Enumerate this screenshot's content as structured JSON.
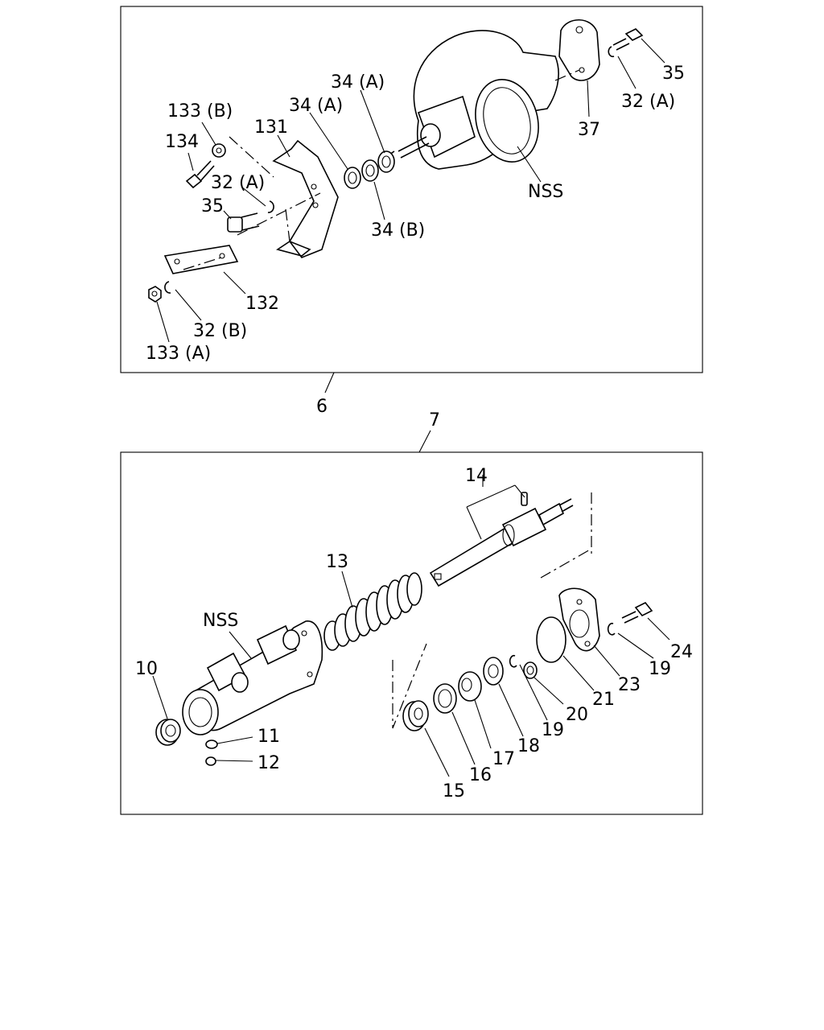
{
  "panel_top": {
    "callout": "6",
    "labels": {
      "p133b": "133 (B)",
      "p134": "134",
      "p131": "131",
      "p34a_1": "34 (A)",
      "p34a_2": "34 (A)",
      "p32a_1": "32 (A)",
      "p35_1": "35",
      "p132": "132",
      "p32b": "32 (B)",
      "p133a": "133 (A)",
      "p34b": "34 (B)",
      "nss": "NSS",
      "p37": "37",
      "p35_2": "35",
      "p32a_2": "32 (A)"
    }
  },
  "panel_bottom": {
    "callout": "7",
    "labels": {
      "p14": "14",
      "p13": "13",
      "nss": "NSS",
      "p10": "10",
      "p11": "11",
      "p12": "12",
      "p15": "15",
      "p16": "16",
      "p17": "17",
      "p18": "18",
      "p19a": "19",
      "p20": "20",
      "p21": "21",
      "p23": "23",
      "p19b": "19",
      "p24": "24"
    }
  }
}
